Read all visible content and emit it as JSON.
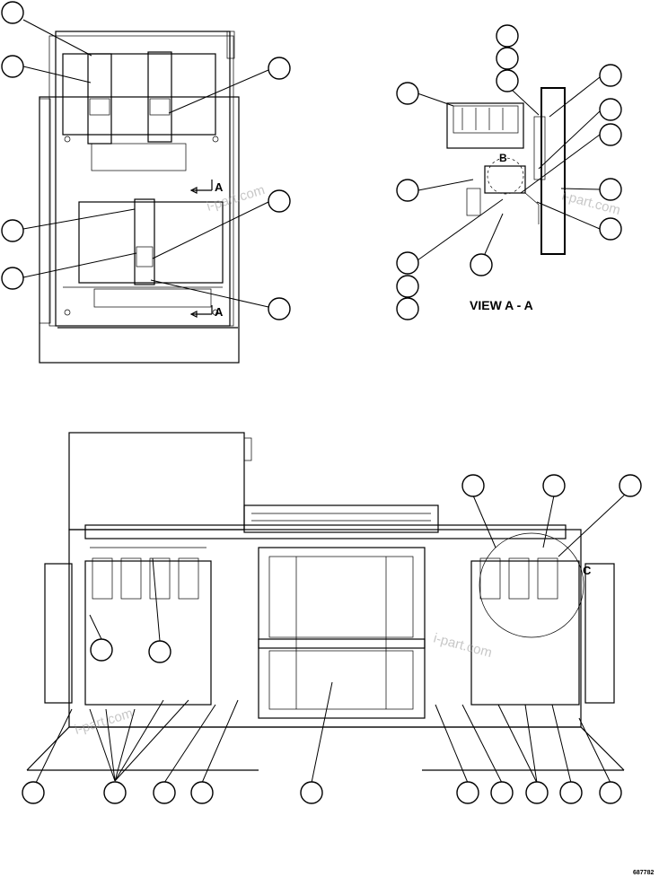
{
  "view_title": "VIEW A - A",
  "section_marker": "A",
  "detail_labels": [
    "B",
    "C"
  ],
  "drawing_number": "687782",
  "watermark": "i-part.com",
  "colors": {
    "ink": "#000000",
    "paper": "#ffffff",
    "watermark": "#9a9a9a"
  }
}
